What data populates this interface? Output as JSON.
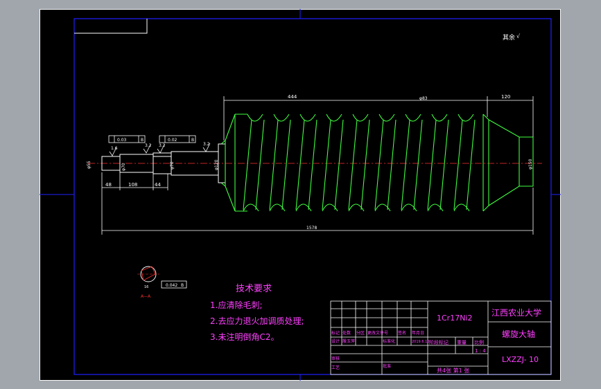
{
  "drawing": {
    "roughness_note": "其余",
    "dim_total_upper": "444",
    "dim_helix": "φ83",
    "dim_right": "120",
    "dim_total_lower": "1578",
    "dim_seg1": "48",
    "dim_seg2": "108",
    "dim_seg3": "44",
    "tol_frame_1": "0.03",
    "tol_frame_1_ref": "B",
    "tol_frame_2": "0.02",
    "tol_frame_2_ref": "B",
    "tol_frame_3": "0.042",
    "tol_frame_3_ref": "B",
    "roughness_1": "1.6",
    "roughness_2": "3.2",
    "roughness_3": "3.2",
    "roughness_4": "3.2",
    "dia_shaft_1": "φ55",
    "dia_shaft_2": "φ70",
    "dia_shaft_3": "φ70",
    "dia_core": "φ120",
    "dia_end": "φ150",
    "section_label": "A—A",
    "section_dim": "16"
  },
  "notes": {
    "title": "技术要求",
    "items": [
      "1.应清除毛刺;",
      "2.去应力退火加调质处理;",
      "3.未注明倒角C2。"
    ]
  },
  "title_block": {
    "material": "1Cr17Ni2",
    "school": "江西农业大学",
    "part_name": "螺旋大轴",
    "drawing_no": "LXZZJ- 10",
    "scale_value": "1 : 4",
    "sheet_info": "共4张 第1 张",
    "row_labels": [
      "标记",
      "处数",
      "分区",
      "更改文件号",
      "签名",
      "年月日"
    ],
    "row_labels2": [
      "设计",
      "殷玉萍",
      "",
      "标准化",
      "",
      "2019.6.10"
    ],
    "stage_labels": [
      "阶段标记",
      "重量",
      "比例"
    ],
    "check_labels": [
      "审核",
      "工艺"
    ],
    "approve_label": "批准"
  }
}
